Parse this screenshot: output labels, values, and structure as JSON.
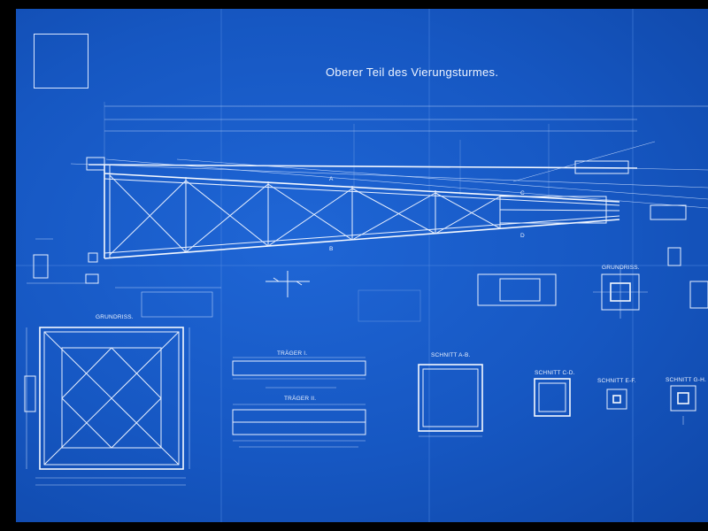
{
  "drawing": {
    "title": "Oberer Teil des Vierungsturmes.",
    "sections": {
      "grundriss_left": "GRUNDRISS.",
      "grundriss_right": "GRUNDRISS.",
      "traeger_1": "TRÄGER I.",
      "traeger_2": "TRÄGER II.",
      "schnitt_ab": "SCHNITT A-B.",
      "schnitt_cd": "SCHNITT C-D.",
      "schnitt_ef": "SCHNITT E-F.",
      "schnitt_gh": "SCHNITT G-H."
    },
    "markers": {
      "a": "A",
      "b": "B",
      "c": "C",
      "d": "D"
    },
    "stamp": {
      "line_1": "",
      "line_2": "",
      "line_3": ""
    },
    "colors": {
      "paper": "#1657c2",
      "ink": "#eef4ff",
      "background": "#000000"
    }
  }
}
